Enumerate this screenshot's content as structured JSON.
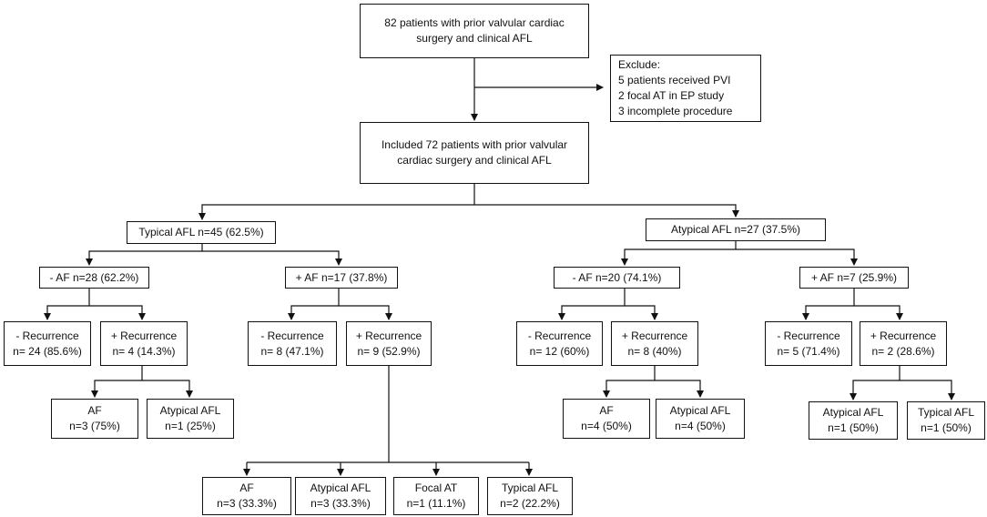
{
  "nodes": {
    "initial": [
      "82 patients with prior valvular cardiac",
      "surgery and clinical AFL"
    ],
    "exclude": [
      "Exclude:",
      "5 patients received PVI",
      "2 focal AT in EP study",
      "3 incomplete procedure"
    ],
    "included": [
      "Included 72 patients with prior valvular",
      "cardiac surgery and clinical AFL"
    ],
    "typical": [
      "Typical AFL n=45 (62.5%)"
    ],
    "atypical": [
      "Atypical AFL n=27 (37.5%)"
    ],
    "t_noaf": [
      "- AF n=28 (62.2%)"
    ],
    "t_af": [
      "+ AF n=17 (37.8%)"
    ],
    "a_noaf": [
      "- AF n=20 (74.1%)"
    ],
    "a_af": [
      "+ AF n=7 (25.9%)"
    ],
    "t_noaf_norec": [
      "- Recurrence",
      "n= 24 (85.6%)"
    ],
    "t_noaf_rec": [
      "+ Recurrence",
      "n= 4 (14.3%)"
    ],
    "t_af_norec": [
      "- Recurrence",
      "n= 8 (47.1%)"
    ],
    "t_af_rec": [
      "+ Recurrence",
      "n= 9 (52.9%)"
    ],
    "a_noaf_norec": [
      "- Recurrence",
      "n= 12 (60%)"
    ],
    "a_noaf_rec": [
      "+ Recurrence",
      "n= 8 (40%)"
    ],
    "a_af_norec": [
      "- Recurrence",
      "n= 5 (71.4%)"
    ],
    "a_af_rec": [
      "+ Recurrence",
      "n= 2 (28.6%)"
    ],
    "l1": [
      "AF",
      "n=3 (75%)"
    ],
    "l2": [
      "Atypical AFL",
      "n=1 (25%)"
    ],
    "l3": [
      "AF",
      "n=3 (33.3%)"
    ],
    "l4": [
      "Atypical AFL",
      "n=3 (33.3%)"
    ],
    "l5": [
      "Focal AT",
      "n=1 (11.1%)"
    ],
    "l6": [
      "Typical AFL",
      "n=2 (22.2%)"
    ],
    "l7": [
      "AF",
      "n=4 (50%)"
    ],
    "l8": [
      "Atypical AFL",
      "n=4 (50%)"
    ],
    "l9": [
      "Atypical AFL",
      "n=1 (50%)"
    ],
    "l10": [
      "Typical AFL",
      "n=1 (50%)"
    ]
  }
}
